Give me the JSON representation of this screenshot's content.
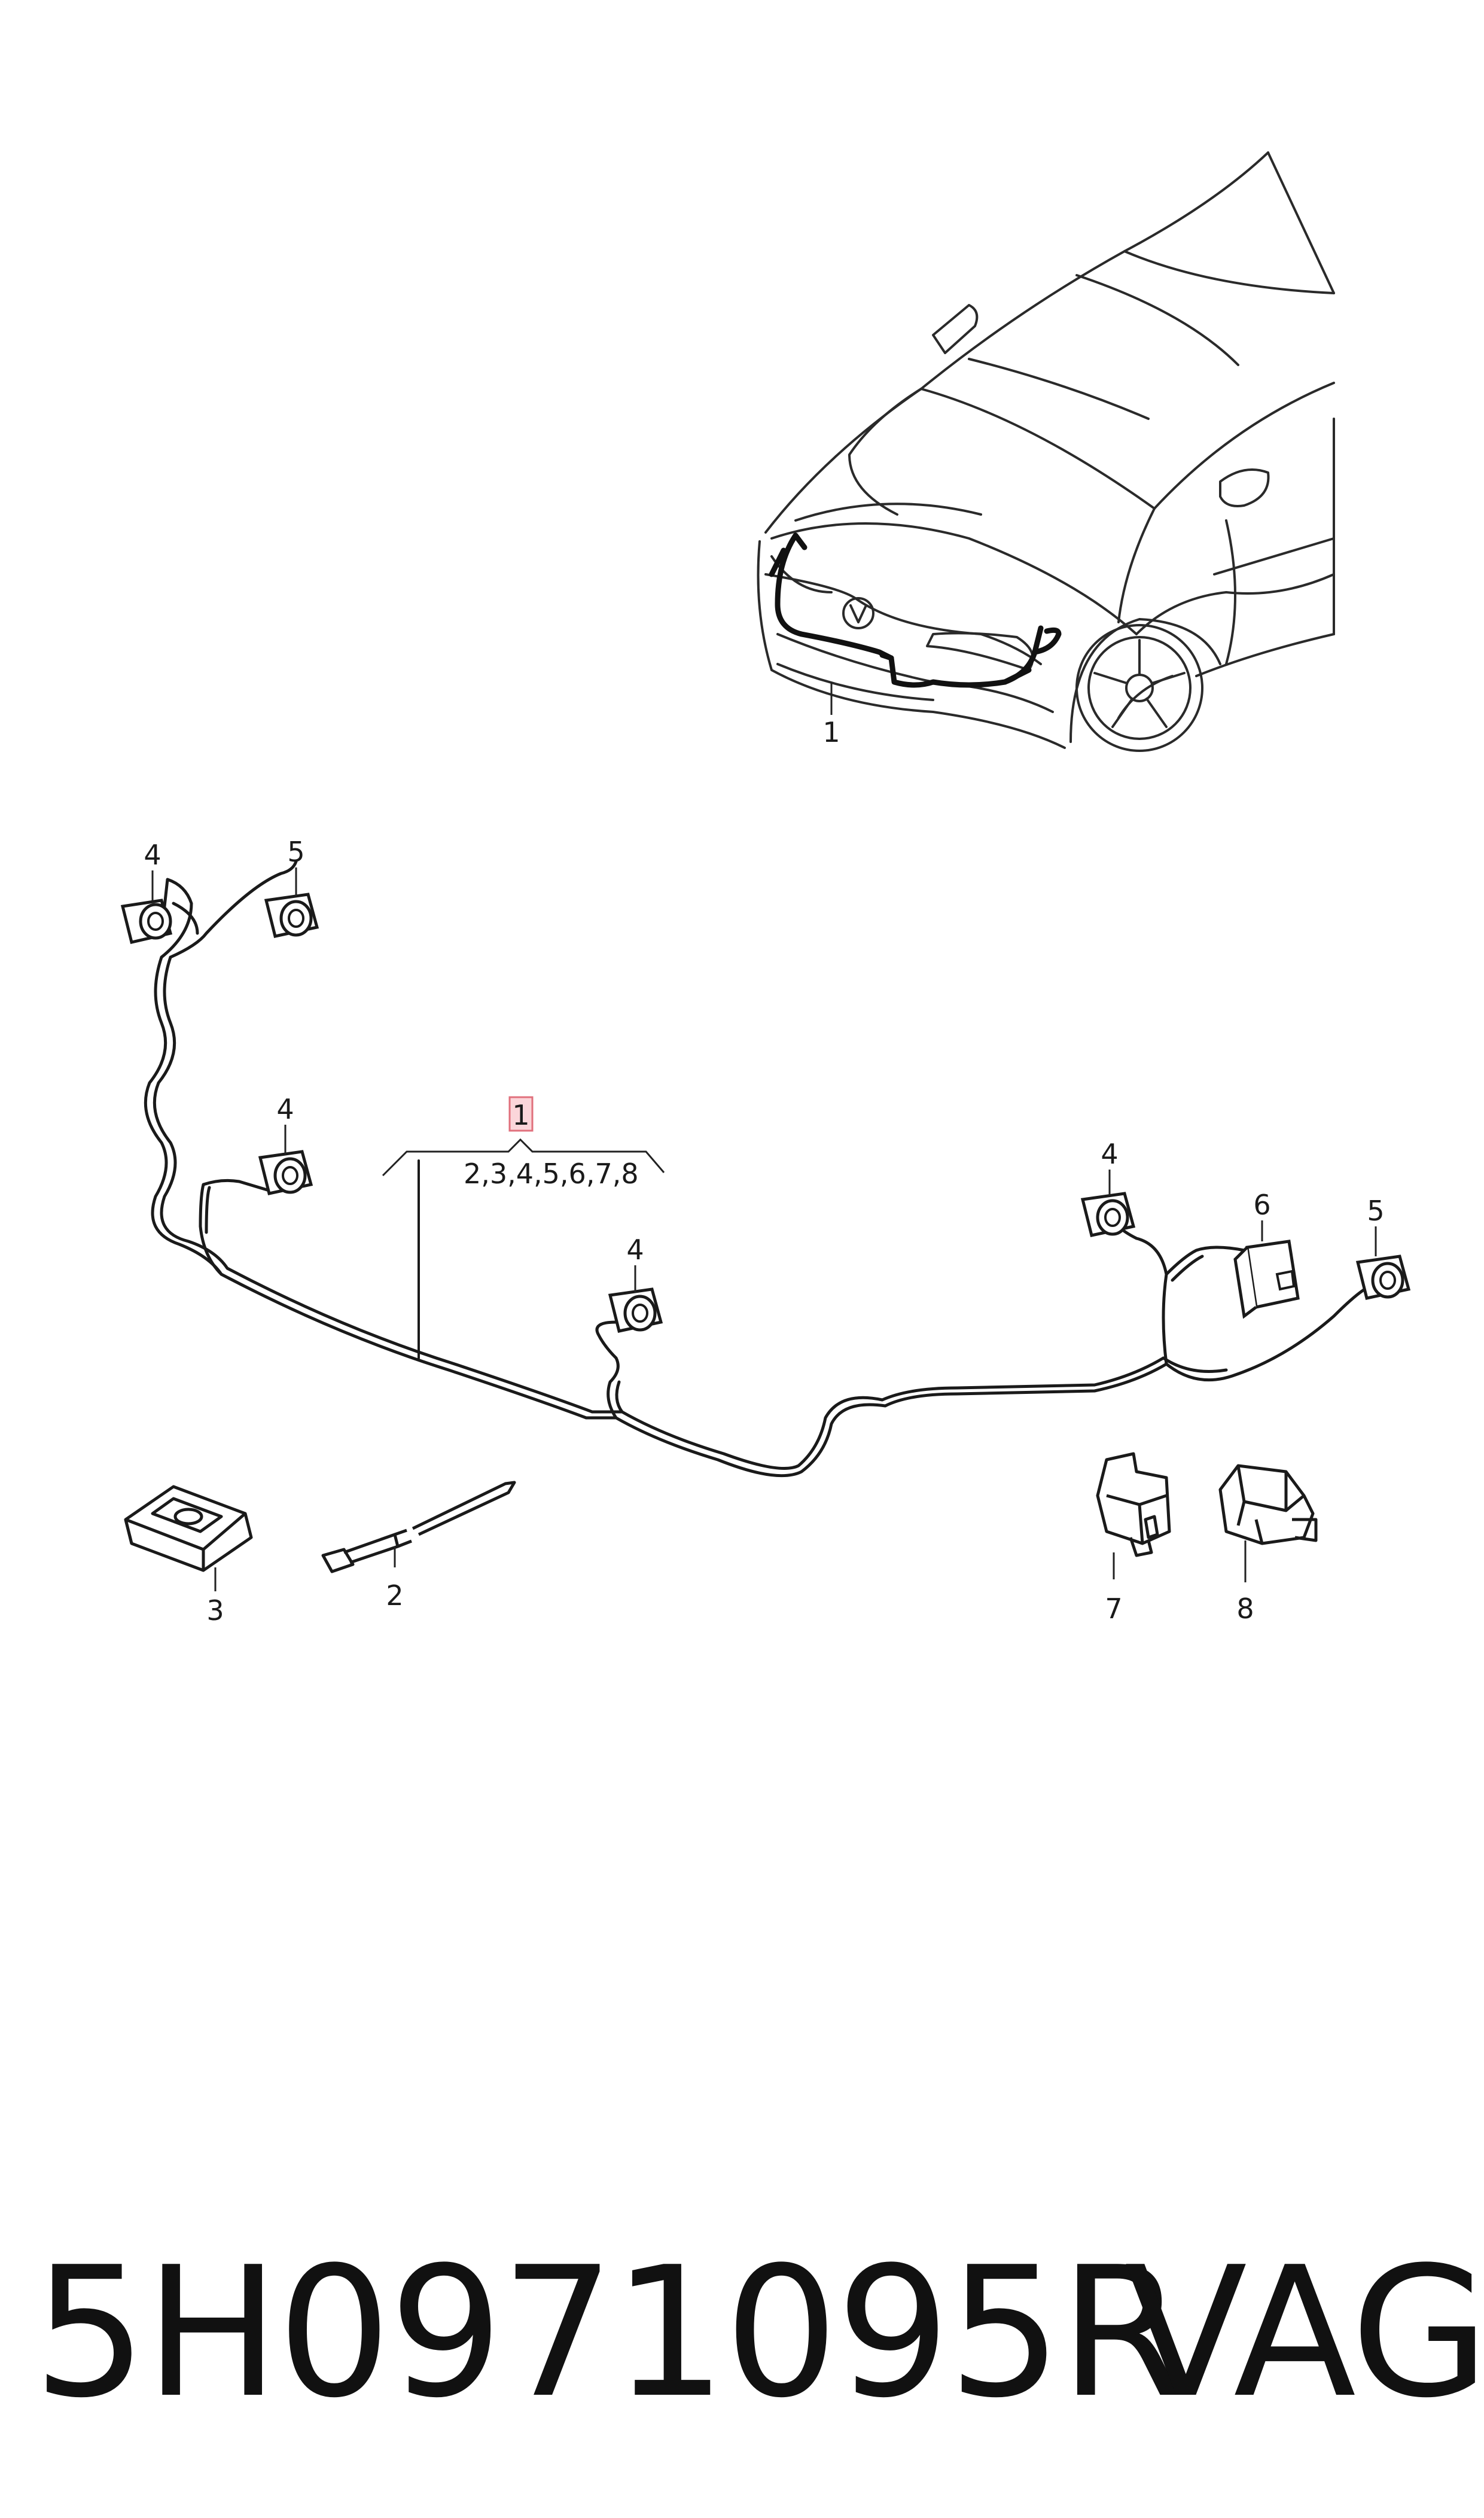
{
  "callouts": {
    "car_harness": "1",
    "sensor_top_left": "4",
    "sensor_top_right": "5",
    "sensor_mid_left": "4",
    "sensor_center": "4",
    "sensor_right": "4",
    "connector": "6",
    "sensor_far_right": "5",
    "clip_3": "3",
    "tie_2": "2",
    "holder_7": "7",
    "holder_8": "8",
    "assembly": "1",
    "assembly_contents": "2,3,4,5,6,7,8"
  },
  "footer": {
    "part_number": "5H0971095R",
    "brand": "VAG"
  },
  "colors": {
    "line": "#1a1a1a",
    "highlight_fill": "#fbd6da",
    "highlight_stroke": "#e0707c"
  }
}
